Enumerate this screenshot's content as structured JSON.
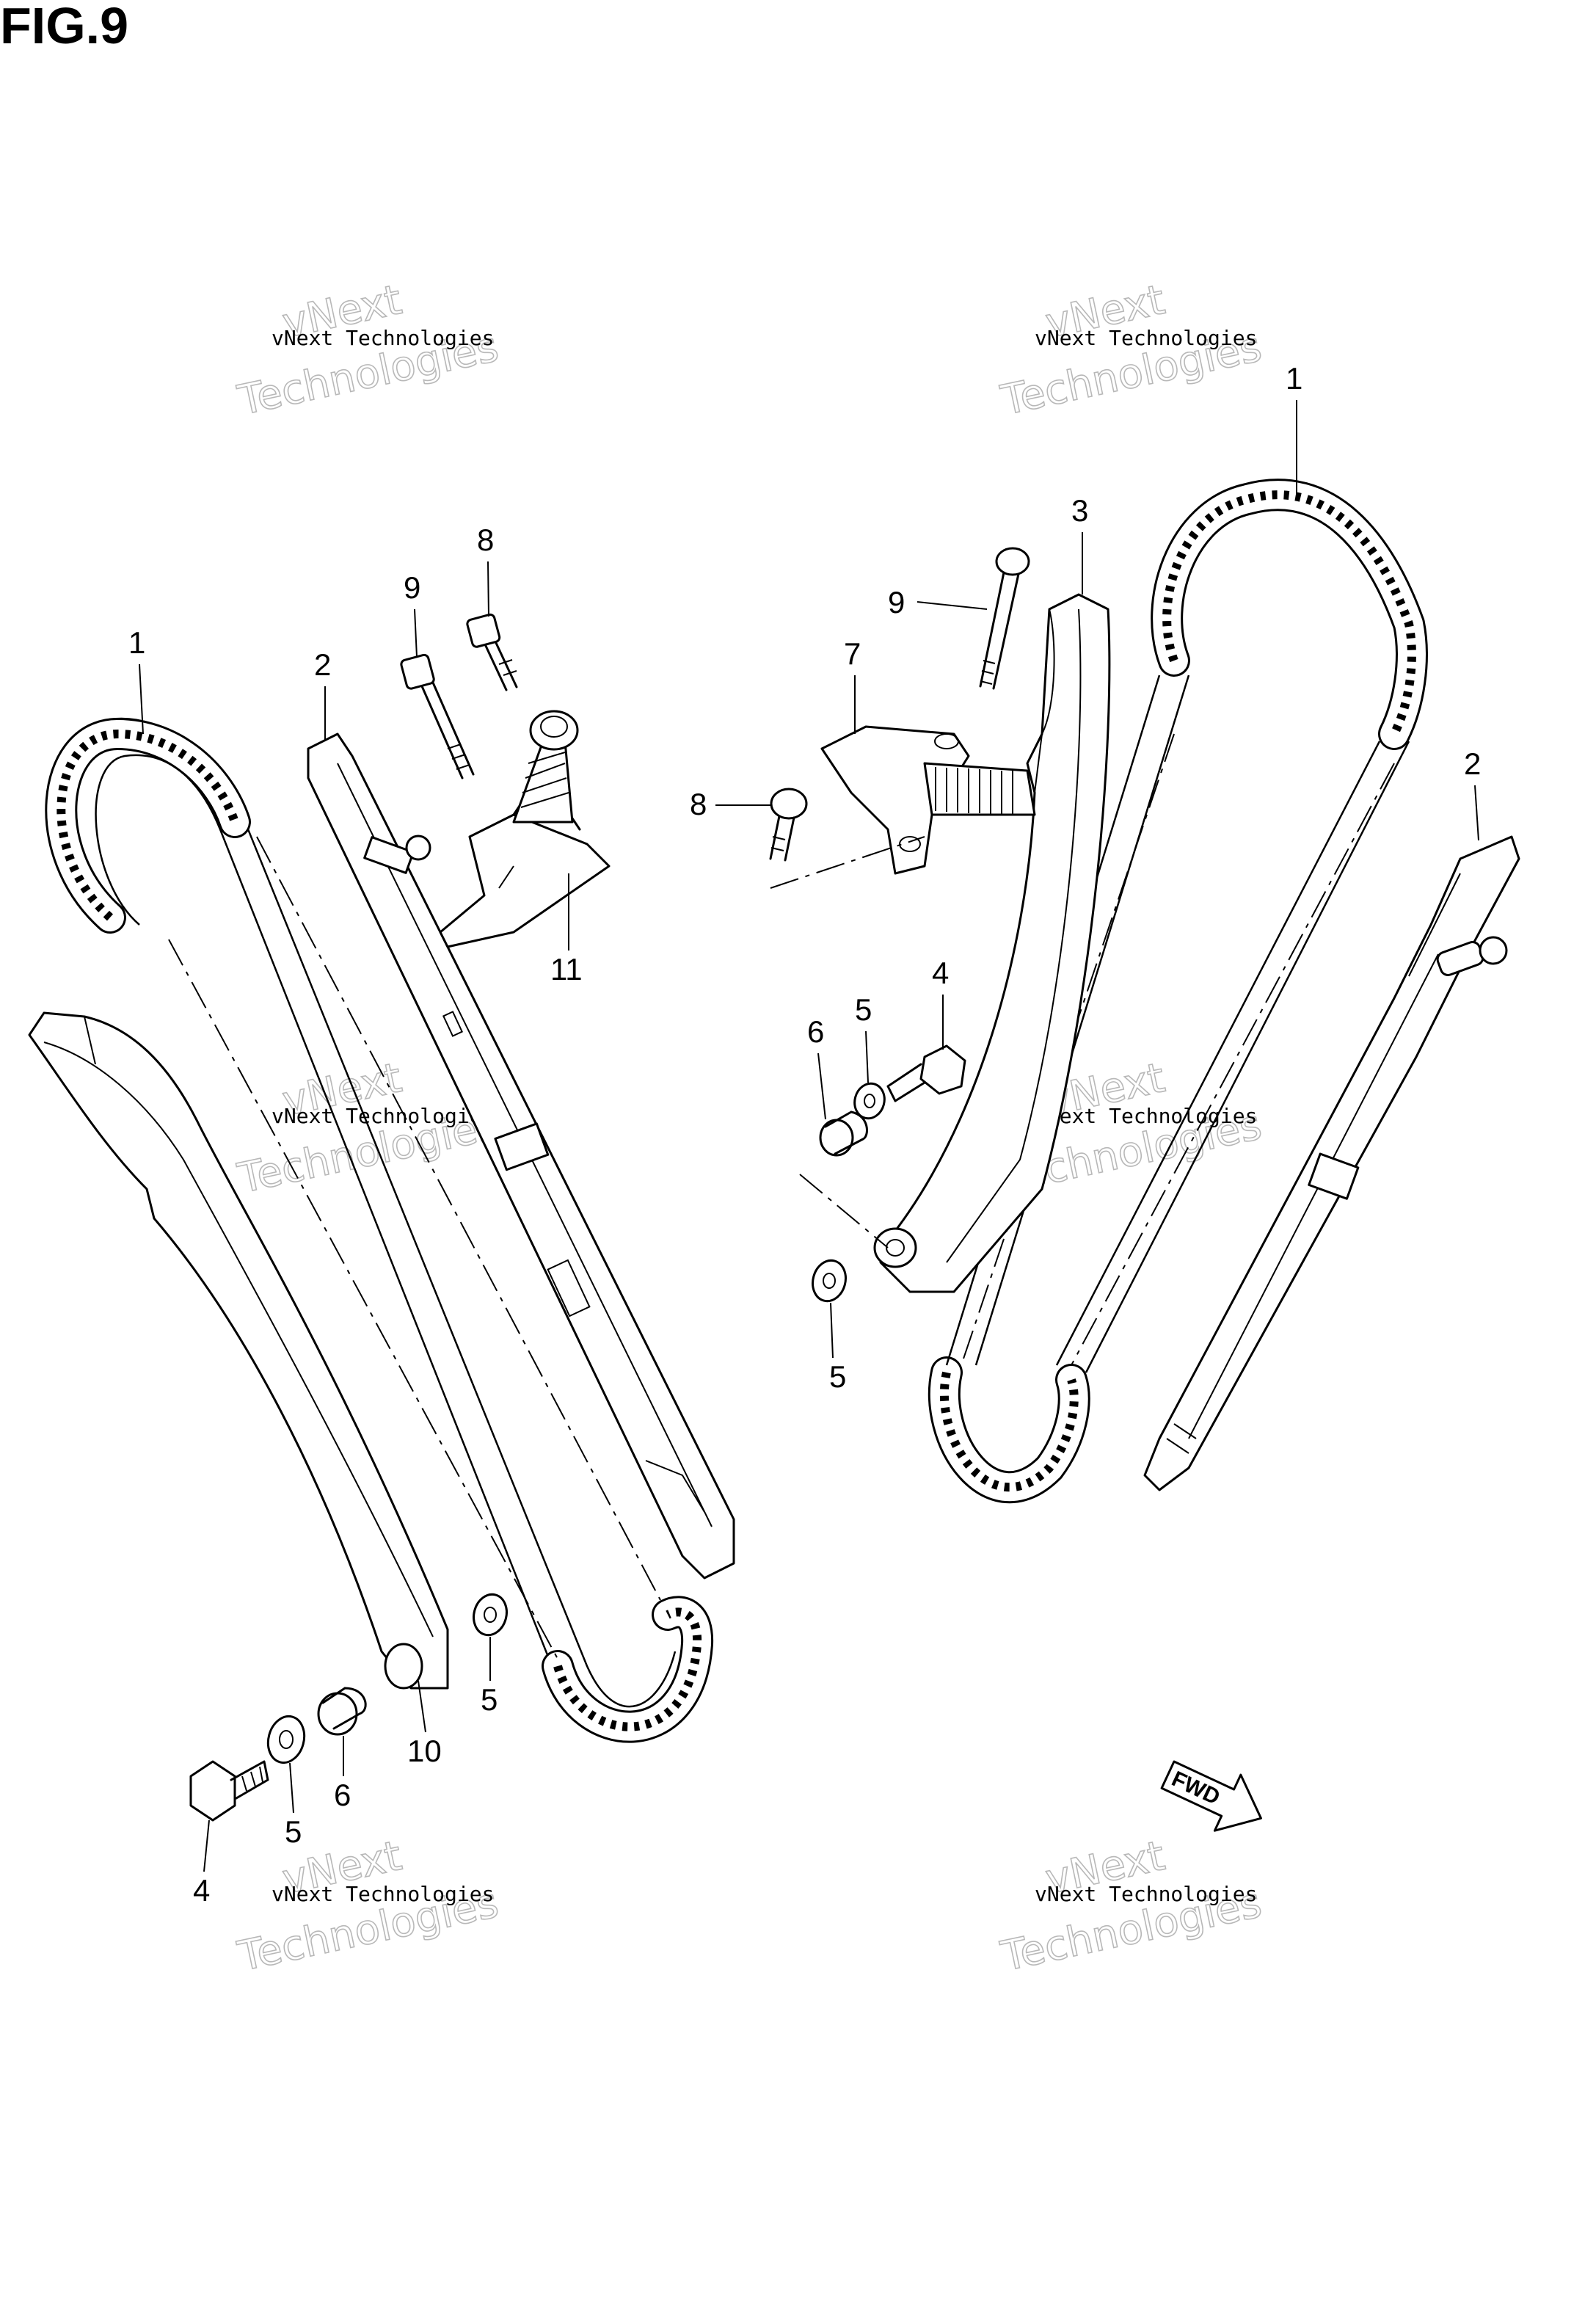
{
  "figure_title": "FIG.9",
  "watermark": {
    "company": "vNext Technologies",
    "line1": "vNext",
    "line2": "Technologies"
  },
  "direction_label": "FWD",
  "callouts": {
    "left": {
      "chain": "1",
      "guide": "2",
      "bolt_long": "9",
      "bolt_short": "8",
      "tensioner": "11",
      "lower_bolt": "4",
      "lower_washer": "5",
      "lower_spacer": "6",
      "pivot_washer": "5",
      "pivot_guide": "10"
    },
    "right": {
      "chain": "1",
      "tensioner_guide": "3",
      "bolt_long": "9",
      "adjuster": "7",
      "bolt_short": "8",
      "bolt": "4",
      "washer": "5",
      "spacer": "6",
      "pivot_washer": "5",
      "guide": "2"
    }
  }
}
